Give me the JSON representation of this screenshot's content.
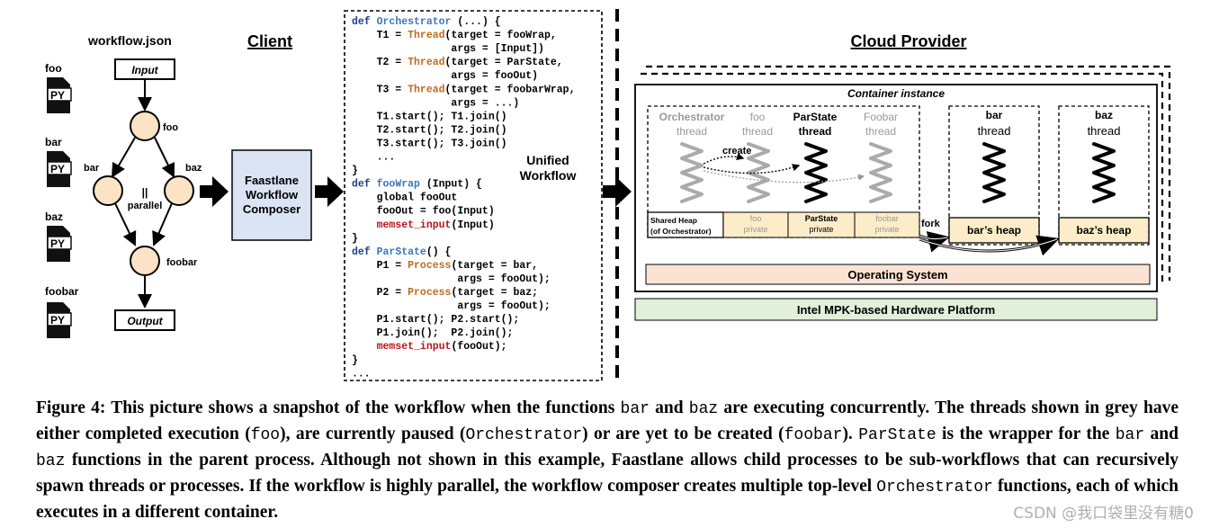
{
  "left": {
    "file_title": "workflow.json",
    "client_title": "Client",
    "files": [
      {
        "name": "foo",
        "badge": "PY"
      },
      {
        "name": "bar",
        "badge": "PY"
      },
      {
        "name": "baz",
        "badge": "PY"
      },
      {
        "name": "foobar",
        "badge": "PY"
      }
    ],
    "input_label": "Input",
    "output_label": "Output",
    "node_foo": "foo",
    "node_bar": "bar",
    "node_baz": "baz",
    "node_foobar": "foobar",
    "parallel_mark": "||",
    "parallel_label": "parallel",
    "composer_line1": "Faastlane",
    "composer_line2": "Workflow",
    "composer_line3": "Composer"
  },
  "code": {
    "lines": [
      [
        {
          "t": "def ",
          "c": "kw"
        },
        {
          "t": "Orchestrator",
          "c": "fn"
        },
        {
          "t": " (...) {",
          "c": "tx"
        }
      ],
      [
        {
          "t": "    T1 = ",
          "c": "tx"
        },
        {
          "t": "Thread",
          "c": "th"
        },
        {
          "t": "(target = fooWrap,",
          "c": "tx"
        }
      ],
      [
        {
          "t": "                args = [Input])",
          "c": "tx"
        }
      ],
      [
        {
          "t": "    T2 = ",
          "c": "tx"
        },
        {
          "t": "Thread",
          "c": "th"
        },
        {
          "t": "(target = ParState,",
          "c": "tx"
        }
      ],
      [
        {
          "t": "                args = fooOut)",
          "c": "tx"
        }
      ],
      [
        {
          "t": "    T3 = ",
          "c": "tx"
        },
        {
          "t": "Thread",
          "c": "th"
        },
        {
          "t": "(target = foobarWrap,",
          "c": "tx"
        }
      ],
      [
        {
          "t": "                args = ...)",
          "c": "tx"
        }
      ],
      [
        {
          "t": "    T1.start(); T1.join()",
          "c": "tx"
        }
      ],
      [
        {
          "t": "    T2.start(); T2.join()",
          "c": "tx"
        }
      ],
      [
        {
          "t": "    T3.start(); T3.join()",
          "c": "tx"
        }
      ],
      [
        {
          "t": "    ...",
          "c": "tx"
        }
      ],
      [
        {
          "t": "}",
          "c": "tx"
        }
      ],
      [
        {
          "t": "def ",
          "c": "kw"
        },
        {
          "t": "fooWrap",
          "c": "fn"
        },
        {
          "t": " (Input) {",
          "c": "tx"
        }
      ],
      [
        {
          "t": "    global fooOut",
          "c": "tx"
        }
      ],
      [
        {
          "t": "    fooOut = foo(Input)",
          "c": "tx"
        }
      ],
      [
        {
          "t": "    ",
          "c": "tx"
        },
        {
          "t": "memset_input",
          "c": "mem"
        },
        {
          "t": "(Input)",
          "c": "tx"
        }
      ],
      [
        {
          "t": "}",
          "c": "tx"
        }
      ],
      [
        {
          "t": "def ",
          "c": "kw"
        },
        {
          "t": "ParState",
          "c": "fn"
        },
        {
          "t": "() {",
          "c": "tx"
        }
      ],
      [
        {
          "t": "    P1 = ",
          "c": "tx"
        },
        {
          "t": "Process",
          "c": "th"
        },
        {
          "t": "(target = bar,",
          "c": "tx"
        }
      ],
      [
        {
          "t": "                 args = fooOut);",
          "c": "tx"
        }
      ],
      [
        {
          "t": "    P2 = ",
          "c": "tx"
        },
        {
          "t": "Process",
          "c": "th"
        },
        {
          "t": "(target = baz;",
          "c": "tx"
        }
      ],
      [
        {
          "t": "                 args = fooOut);",
          "c": "tx"
        }
      ],
      [
        {
          "t": "    P1.start(); P2.start();",
          "c": "tx"
        }
      ],
      [
        {
          "t": "    P1.join();  P2.join();",
          "c": "tx"
        }
      ],
      [
        {
          "t": "    ",
          "c": "tx"
        },
        {
          "t": "memset_input",
          "c": "mem"
        },
        {
          "t": "(fooOut);",
          "c": "tx"
        }
      ],
      [
        {
          "t": "}",
          "c": "tx"
        }
      ],
      [
        {
          "t": "...",
          "c": "tx"
        }
      ]
    ],
    "colors": {
      "kw": "#1f3f8a",
      "fn": "#3a78b8",
      "th": "#c06a1e",
      "mem": "#b5171f",
      "tx": "#000000"
    }
  },
  "unified_line1": "Unified",
  "unified_line2": "Workflow",
  "cloud": {
    "title": "Cloud Provider",
    "container_title": "Container instance",
    "threads": [
      {
        "line1": "Orchestrator",
        "line2": "thread",
        "state": "grey"
      },
      {
        "line1": "foo",
        "line2": "thread",
        "state": "grey"
      },
      {
        "line1": "ParState",
        "line2": "thread",
        "state": "active"
      },
      {
        "line1": "Foobar",
        "line2": "thread",
        "state": "grey"
      }
    ],
    "create_label": "create",
    "shared_heap_line1": "Shared Heap",
    "shared_heap_line2": "(of Orchestrator)",
    "private_heaps": [
      {
        "name": "foo",
        "sub": "private",
        "state": "grey"
      },
      {
        "name": "ParState",
        "sub": "private",
        "state": "active"
      },
      {
        "name": "foobar",
        "sub": "private",
        "state": "grey"
      }
    ],
    "bar_box": {
      "line1": "bar",
      "line2": "thread",
      "heap": "bar’s heap"
    },
    "baz_box": {
      "line1": "baz",
      "line2": "thread",
      "heap": "baz’s heap"
    },
    "fork_label": "fork",
    "os_label": "Operating System",
    "hw_label": "Intel MPK-based Hardware Platform",
    "colors": {
      "os_fill": "#fbe3d4",
      "hw_fill": "#e2efda",
      "heap_fill": "#fcedc8",
      "composer_fill": "#dbe4f4"
    }
  },
  "caption": {
    "segments": [
      {
        "t": "Figure 4: This picture shows a snapshot of the workflow when the functions ",
        "mono": false
      },
      {
        "t": "bar",
        "mono": true
      },
      {
        "t": " and ",
        "mono": false
      },
      {
        "t": "baz",
        "mono": true
      },
      {
        "t": " are executing concurrently. The threads shown in grey have either completed execution (",
        "mono": false
      },
      {
        "t": "foo",
        "mono": true
      },
      {
        "t": "), are currently paused (",
        "mono": false
      },
      {
        "t": "Orchestrator",
        "mono": true
      },
      {
        "t": ") or are yet to be created (",
        "mono": false
      },
      {
        "t": "foobar",
        "mono": true
      },
      {
        "t": "). ",
        "mono": false
      },
      {
        "t": "ParState",
        "mono": true
      },
      {
        "t": " is the wrapper for the ",
        "mono": false
      },
      {
        "t": "bar",
        "mono": true
      },
      {
        "t": " and ",
        "mono": false
      },
      {
        "t": "baz",
        "mono": true
      },
      {
        "t": " functions in the parent process. Although not shown in this example, Faastlane allows child processes to be sub-workflows that can recursively spawn threads or processes. If the workflow is highly parallel, the workflow composer creates multiple top-level ",
        "mono": false
      },
      {
        "t": "Orchestrator",
        "mono": true
      },
      {
        "t": " functions, each of which executes in a different container.",
        "mono": false
      }
    ]
  },
  "watermark": "CSDN @我口袋里没有糖0"
}
